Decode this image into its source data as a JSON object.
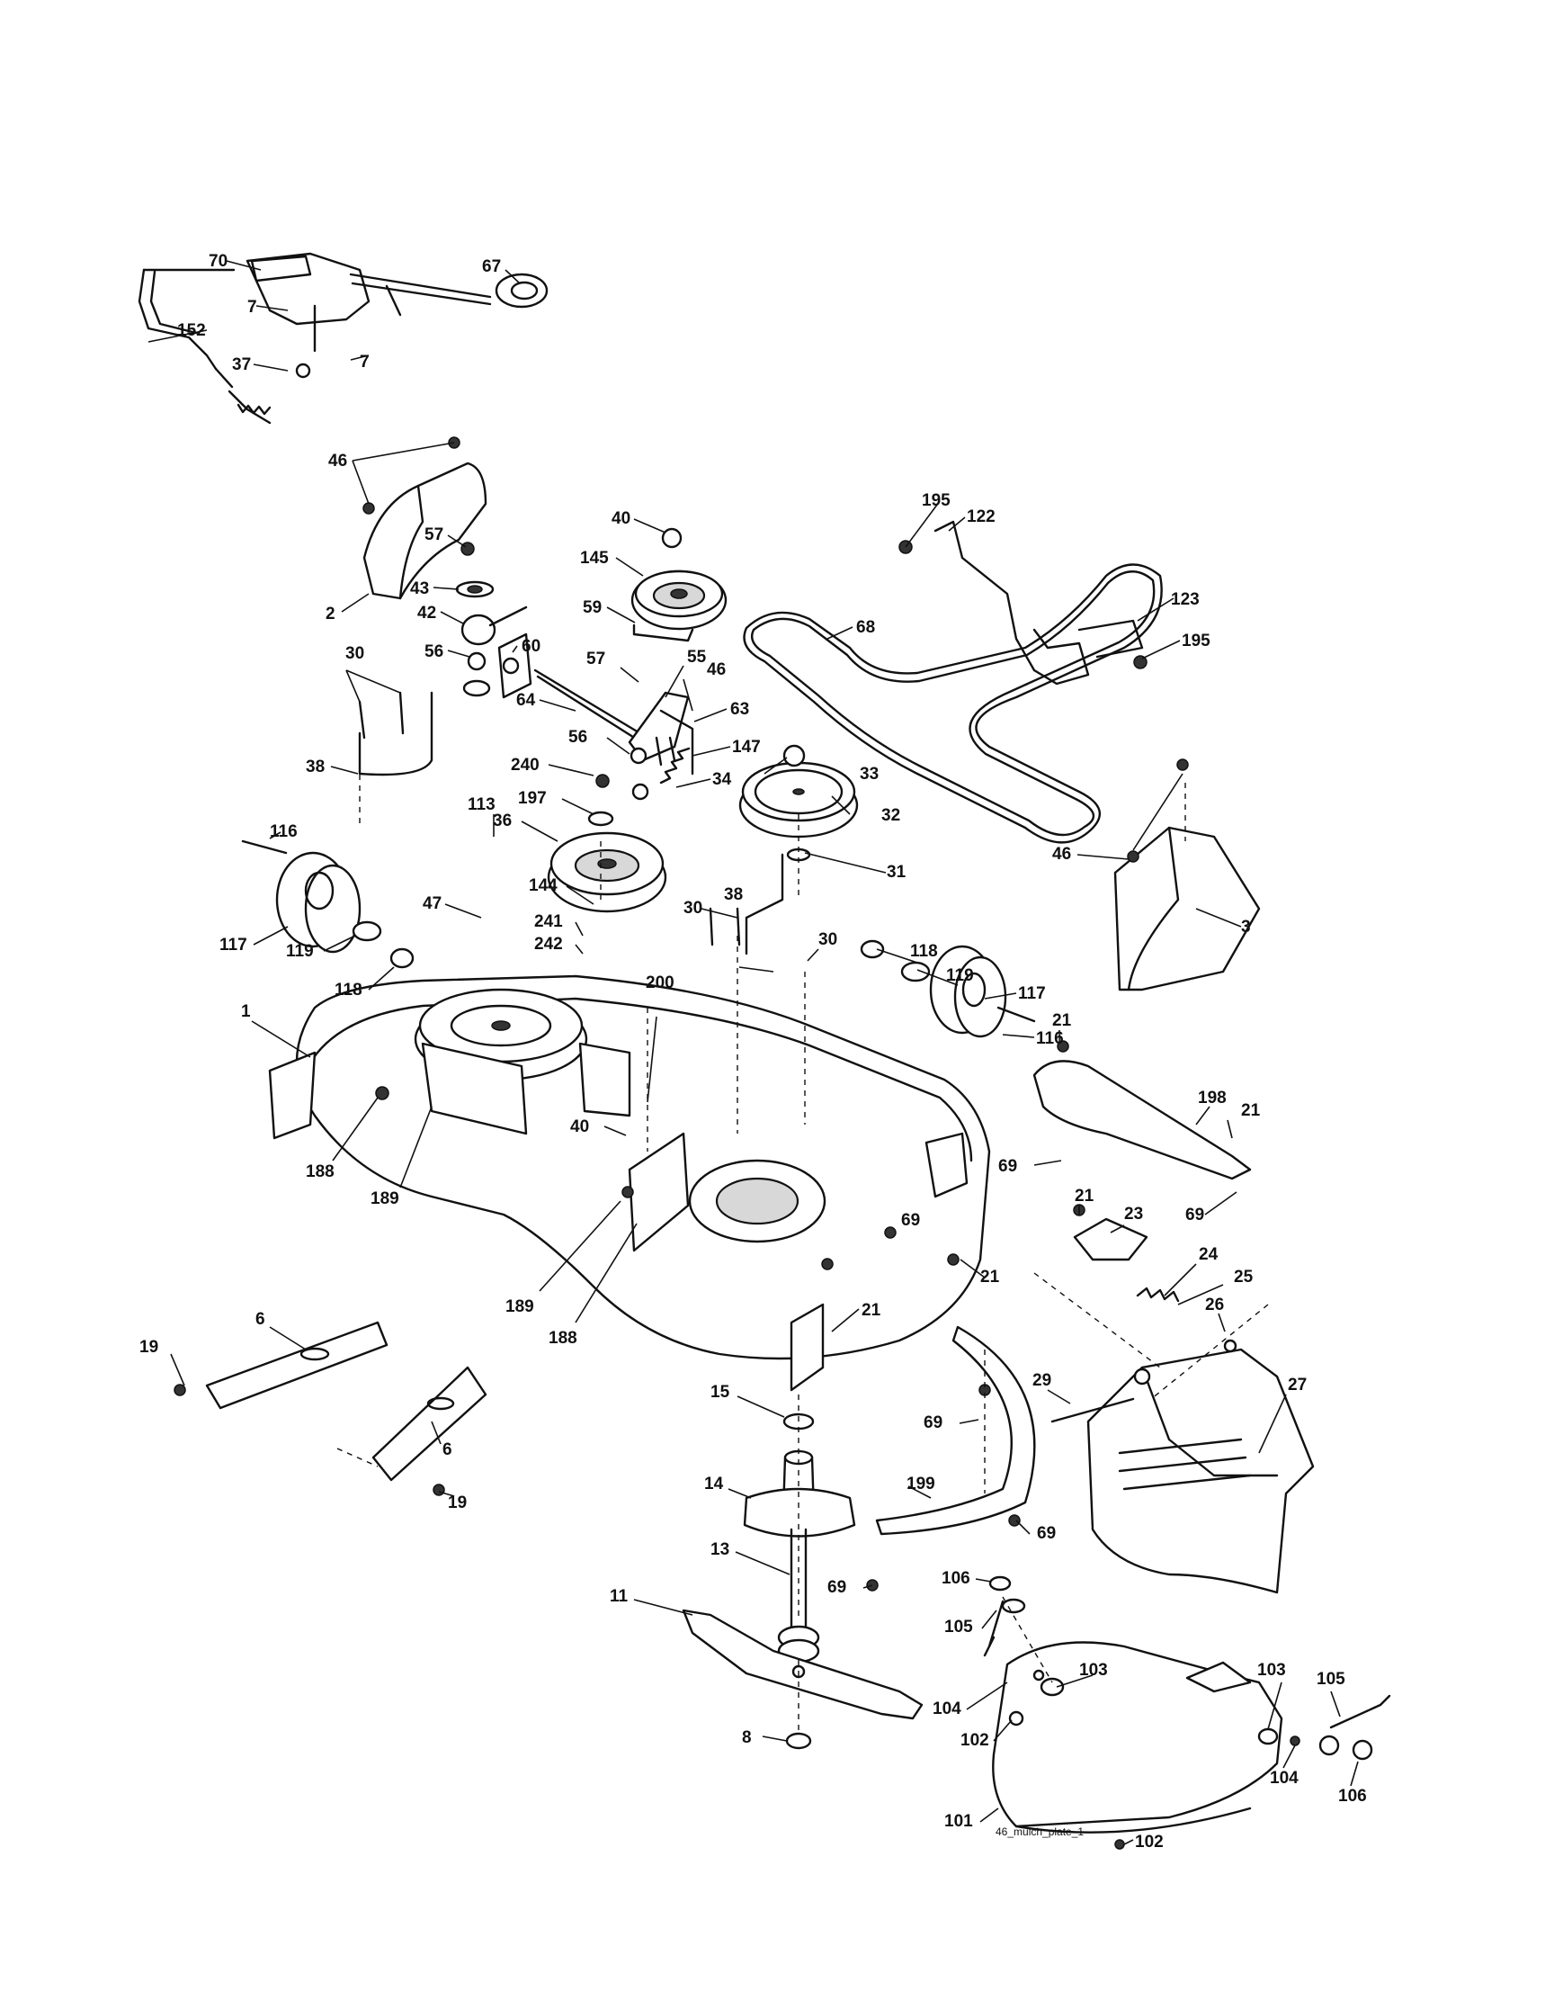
{
  "caption": "46_mulch_plate_1",
  "callouts": [
    {
      "id": "c-70",
      "label": "70"
    },
    {
      "id": "c-67",
      "label": "67"
    },
    {
      "id": "c-7a",
      "label": "7"
    },
    {
      "id": "c-152",
      "label": "152"
    },
    {
      "id": "c-7b",
      "label": "7"
    },
    {
      "id": "c-37",
      "label": "37"
    },
    {
      "id": "c-46a",
      "label": "46"
    },
    {
      "id": "c-2",
      "label": "2"
    },
    {
      "id": "c-57a",
      "label": "57"
    },
    {
      "id": "c-43",
      "label": "43"
    },
    {
      "id": "c-42",
      "label": "42"
    },
    {
      "id": "c-56a",
      "label": "56"
    },
    {
      "id": "c-60",
      "label": "60"
    },
    {
      "id": "c-30a",
      "label": "30"
    },
    {
      "id": "c-38a",
      "label": "38"
    },
    {
      "id": "c-64",
      "label": "64"
    },
    {
      "id": "c-40a",
      "label": "40"
    },
    {
      "id": "c-145",
      "label": "145"
    },
    {
      "id": "c-59",
      "label": "59"
    },
    {
      "id": "c-57b",
      "label": "57"
    },
    {
      "id": "c-55",
      "label": "55"
    },
    {
      "id": "c-46b",
      "label": "46"
    },
    {
      "id": "c-63",
      "label": "63"
    },
    {
      "id": "c-147",
      "label": "147"
    },
    {
      "id": "c-56b",
      "label": "56"
    },
    {
      "id": "c-240",
      "label": "240"
    },
    {
      "id": "c-34",
      "label": "34"
    },
    {
      "id": "c-197",
      "label": "197"
    },
    {
      "id": "c-36",
      "label": "36"
    },
    {
      "id": "c-113",
      "label": "113"
    },
    {
      "id": "c-116a",
      "label": "116"
    },
    {
      "id": "c-117a",
      "label": "117"
    },
    {
      "id": "c-119a",
      "label": "119"
    },
    {
      "id": "c-118a",
      "label": "118"
    },
    {
      "id": "c-47",
      "label": "47"
    },
    {
      "id": "c-144",
      "label": "144"
    },
    {
      "id": "c-241",
      "label": "241"
    },
    {
      "id": "c-242",
      "label": "242"
    },
    {
      "id": "c-195a",
      "label": "195"
    },
    {
      "id": "c-122",
      "label": "122"
    },
    {
      "id": "c-123",
      "label": "123"
    },
    {
      "id": "c-68",
      "label": "68"
    },
    {
      "id": "c-195b",
      "label": "195"
    },
    {
      "id": "c-33",
      "label": "33"
    },
    {
      "id": "c-32",
      "label": "32"
    },
    {
      "id": "c-31",
      "label": "31"
    },
    {
      "id": "c-46c",
      "label": "46"
    },
    {
      "id": "c-3",
      "label": "3"
    },
    {
      "id": "c-30b",
      "label": "30"
    },
    {
      "id": "c-38b",
      "label": "38"
    },
    {
      "id": "c-30c",
      "label": "30"
    },
    {
      "id": "c-200",
      "label": "200"
    },
    {
      "id": "c-118b",
      "label": "118"
    },
    {
      "id": "c-119b",
      "label": "119"
    },
    {
      "id": "c-117b",
      "label": "117"
    },
    {
      "id": "c-116b",
      "label": "116"
    },
    {
      "id": "c-1",
      "label": "1"
    },
    {
      "id": "c-40b",
      "label": "40"
    },
    {
      "id": "c-188a",
      "label": "188"
    },
    {
      "id": "c-189a",
      "label": "189"
    },
    {
      "id": "c-21a",
      "label": "21"
    },
    {
      "id": "c-198",
      "label": "198"
    },
    {
      "id": "c-21b",
      "label": "21"
    },
    {
      "id": "c-69a",
      "label": "69"
    },
    {
      "id": "c-69b",
      "label": "69"
    },
    {
      "id": "c-69c",
      "label": "69"
    },
    {
      "id": "c-21c",
      "label": "21"
    },
    {
      "id": "c-23",
      "label": "23"
    },
    {
      "id": "c-24",
      "label": "24"
    },
    {
      "id": "c-25",
      "label": "25"
    },
    {
      "id": "c-21d",
      "label": "21"
    },
    {
      "id": "c-21e",
      "label": "21"
    },
    {
      "id": "c-189b",
      "label": "189"
    },
    {
      "id": "c-188b",
      "label": "188"
    },
    {
      "id": "c-26",
      "label": "26"
    },
    {
      "id": "c-27",
      "label": "27"
    },
    {
      "id": "c-29",
      "label": "29"
    },
    {
      "id": "c-6a",
      "label": "6"
    },
    {
      "id": "c-19a",
      "label": "19"
    },
    {
      "id": "c-6b",
      "label": "6"
    },
    {
      "id": "c-19b",
      "label": "19"
    },
    {
      "id": "c-15",
      "label": "15"
    },
    {
      "id": "c-69d",
      "label": "69"
    },
    {
      "id": "c-14",
      "label": "14"
    },
    {
      "id": "c-199",
      "label": "199"
    },
    {
      "id": "c-69e",
      "label": "69"
    },
    {
      "id": "c-13",
      "label": "13"
    },
    {
      "id": "c-69f",
      "label": "69"
    },
    {
      "id": "c-11",
      "label": "11"
    },
    {
      "id": "c-106a",
      "label": "106"
    },
    {
      "id": "c-105a",
      "label": "105"
    },
    {
      "id": "c-103a",
      "label": "103"
    },
    {
      "id": "c-103b",
      "label": "103"
    },
    {
      "id": "c-105b",
      "label": "105"
    },
    {
      "id": "c-104a",
      "label": "104"
    },
    {
      "id": "c-102a",
      "label": "102"
    },
    {
      "id": "c-104b",
      "label": "104"
    },
    {
      "id": "c-106b",
      "label": "106"
    },
    {
      "id": "c-8",
      "label": "8"
    },
    {
      "id": "c-101",
      "label": "101"
    },
    {
      "id": "c-102b",
      "label": "102"
    }
  ]
}
